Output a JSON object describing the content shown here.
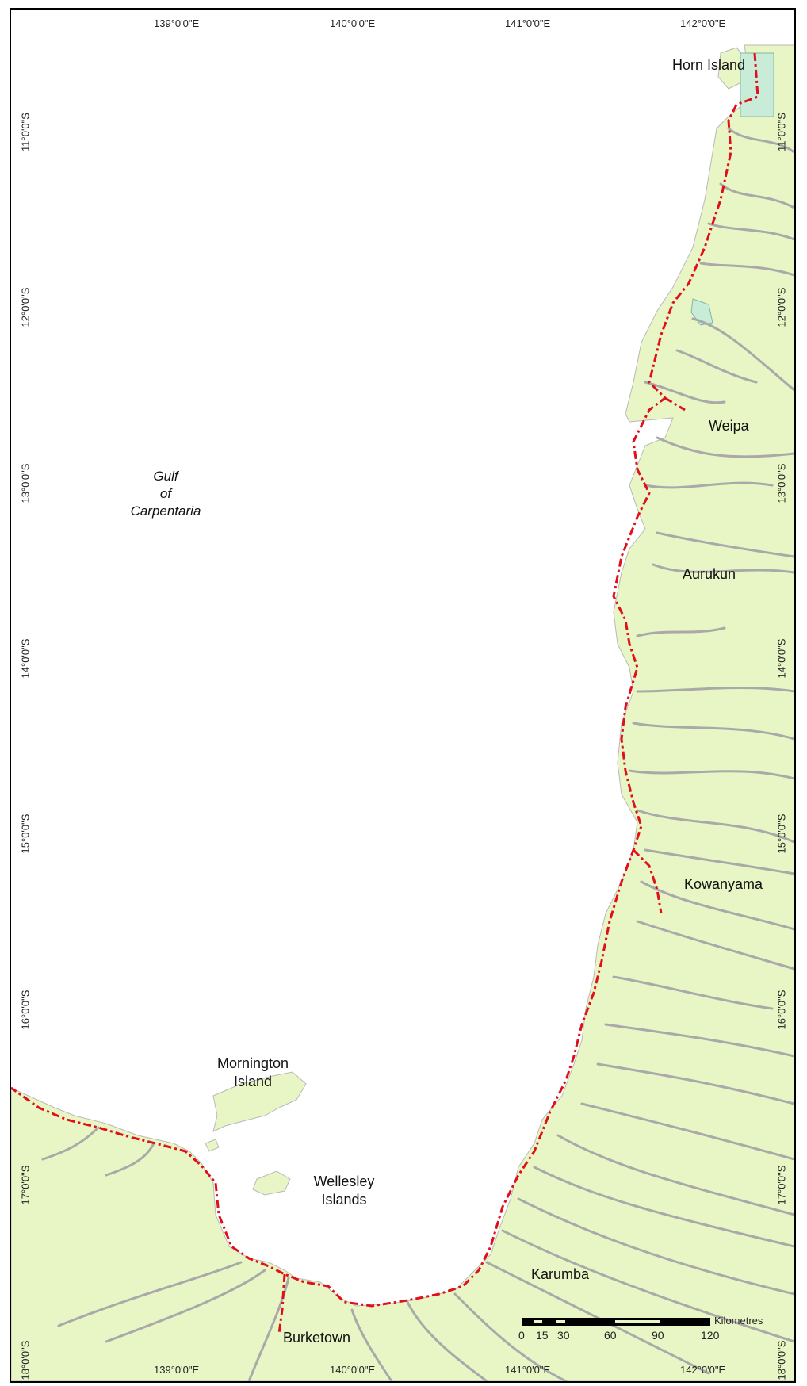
{
  "map": {
    "sea_label": [
      "Gulf",
      "of",
      "Carpentaria"
    ],
    "places": {
      "horn_island": "Horn Island",
      "weipa": "Weipa",
      "aurukun": "Aurukun",
      "kowanyama": "Kowanyama",
      "mornington": [
        "Mornington",
        "Island"
      ],
      "wellesley": [
        "Wellesley",
        "Islands"
      ],
      "karumba": "Karumba",
      "burketown": "Burketown"
    },
    "graticule": {
      "longitudes": [
        "139°0'0\"E",
        "140°0'0\"E",
        "141°0'0\"E",
        "142°0'0\"E"
      ],
      "latitudes": [
        "11°0'0\"S",
        "12°0'0\"S",
        "13°0'0\"S",
        "14°0'0\"S",
        "15°0'0\"S",
        "16°0'0\"S",
        "17°0'0\"S",
        "18°0'0\"S"
      ]
    },
    "scale": {
      "unit": "Kilometres",
      "ticks": [
        "0",
        "15",
        "30",
        "60",
        "90",
        "120"
      ]
    },
    "colors": {
      "land": "#e8f5c4",
      "water": "#ffffff",
      "rivers": "#a9a9a9",
      "coast_line": "#e0101a",
      "protected_area": "#c8ecd8"
    }
  }
}
